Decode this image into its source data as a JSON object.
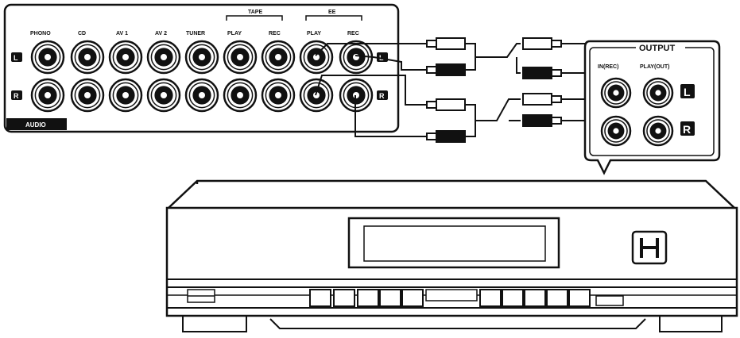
{
  "amp": {
    "jack_labels": [
      "PHONO",
      "CD",
      "AV 1",
      "AV 2",
      "TUNER",
      "PLAY",
      "REC",
      "PLAY",
      "REC"
    ],
    "group_tape": "TAPE",
    "group_ee": "EE",
    "tag": "AUDIO",
    "left_marker": "L",
    "right_marker": "R"
  },
  "device": {
    "output_title": "OUTPUT",
    "in_rec_label": "IN(REC)",
    "play_out_label": "PLAY(OUT)",
    "left_marker": "L",
    "right_marker": "R"
  },
  "colors": {
    "ink": "#111111",
    "background": "#ffffff"
  }
}
